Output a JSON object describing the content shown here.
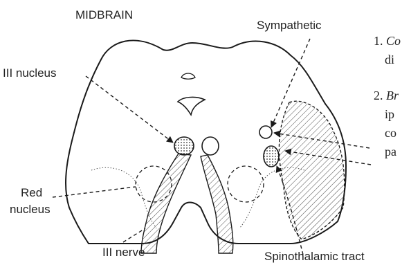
{
  "title": "MIDBRAIN",
  "labels": {
    "sympathetic": "Sympathetic",
    "iii_nucleus": "III nucleus",
    "red_nucleus_line1": "Red",
    "red_nucleus_line2": "nucleus",
    "iii_nerve": "III nerve",
    "spinothalamic": "Spinothalamic tract"
  },
  "side_text": {
    "item1_number": "1.",
    "item1_word": "Co",
    "item1_line2": "di",
    "item2_number": "2.",
    "item2_word": "Br",
    "item2_line2": "ip",
    "item2_line3": "co",
    "item2_line4": "pa"
  },
  "colors": {
    "ink": "#1a1a1a",
    "background": "#ffffff"
  }
}
